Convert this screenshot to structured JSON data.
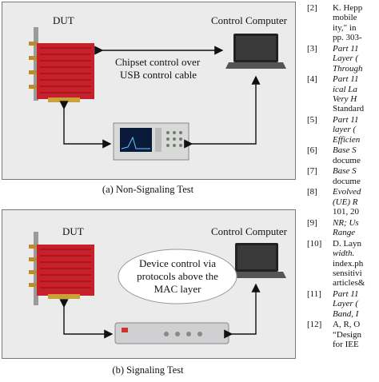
{
  "figure_a": {
    "dut_label": "DUT",
    "computer_label": "Control Computer",
    "arrow_label_line1": "Chipset control over",
    "arrow_label_line2": "USB control cable",
    "caption": "(a)  Non-Signaling Test"
  },
  "figure_b": {
    "dut_label": "DUT",
    "computer_label": "Control Computer",
    "ellipse_line1": "Device control via",
    "ellipse_line2": "protocols above the",
    "ellipse_line3": "MAC layer",
    "caption": "(b)  Signaling Test"
  },
  "references": [
    {
      "num": "[2]",
      "lines": [
        {
          "t": "K. Hepp",
          "i": false
        },
        {
          "t": "mobile",
          "i": false
        },
        {
          "t": "ity,\" in",
          "i": false
        },
        {
          "t": "pp. 303-",
          "i": false
        }
      ]
    },
    {
      "num": "[3]",
      "lines": [
        {
          "t": "Part 11",
          "i": true
        },
        {
          "t": "Layer (",
          "i": true
        },
        {
          "t": "Through",
          "i": true
        }
      ]
    },
    {
      "num": "[4]",
      "lines": [
        {
          "t": "Part 11",
          "i": true
        },
        {
          "t": "ical La",
          "i": true
        },
        {
          "t": "Very H",
          "i": true
        },
        {
          "t": "Standard",
          "i": false
        }
      ]
    },
    {
      "num": "[5]",
      "lines": [
        {
          "t": "Part 11",
          "i": true
        },
        {
          "t": "layer (",
          "i": true
        },
        {
          "t": "Efficien",
          "i": true
        }
      ]
    },
    {
      "num": "[6]",
      "lines": [
        {
          "t": "Base  S",
          "i": true
        },
        {
          "t": "docume",
          "i": false
        }
      ]
    },
    {
      "num": "[7]",
      "lines": [
        {
          "t": "Base  S",
          "i": true
        },
        {
          "t": "docume",
          "i": false
        }
      ]
    },
    {
      "num": "[8]",
      "lines": [
        {
          "t": "Evolved",
          "i": true
        },
        {
          "t": "(UE) R",
          "i": true
        },
        {
          "t": "101, 20",
          "i": false
        }
      ]
    },
    {
      "num": "[9]",
      "lines": [
        {
          "t": "NR; Us",
          "i": true
        },
        {
          "t": "Range",
          "i": true
        }
      ]
    },
    {
      "num": "[10]",
      "lines": [
        {
          "t": "D. Layn",
          "i": false
        },
        {
          "t": "width.",
          "i": true
        },
        {
          "t": "index.ph",
          "i": false
        },
        {
          "t": "sensitivi",
          "i": false
        },
        {
          "t": "articles&",
          "i": false
        }
      ]
    },
    {
      "num": "[11]",
      "lines": [
        {
          "t": "Part 11",
          "i": true
        },
        {
          "t": "Layer (",
          "i": true
        },
        {
          "t": "Band, I",
          "i": true
        }
      ]
    },
    {
      "num": "[12]",
      "lines": [
        {
          "t": "A, R, O",
          "i": false
        },
        {
          "t": "“Design",
          "i": false
        },
        {
          "t": "for IEE",
          "i": false
        }
      ]
    }
  ]
}
